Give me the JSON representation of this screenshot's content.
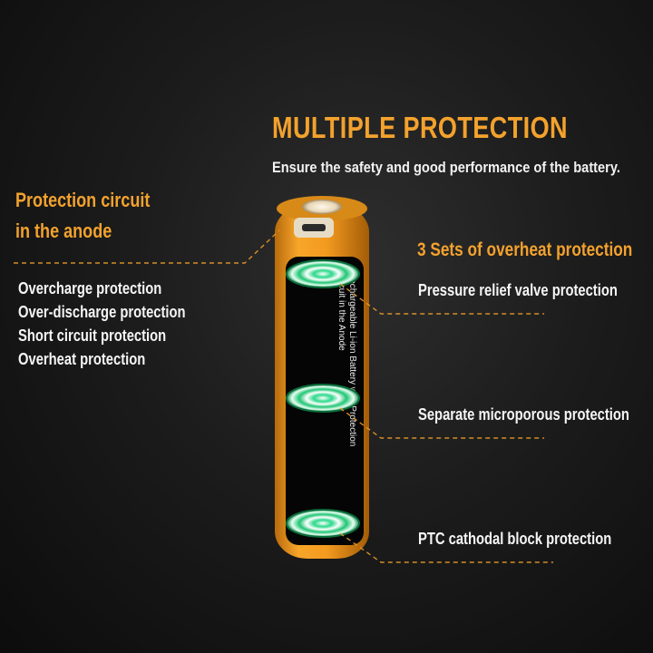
{
  "header": {
    "title": "MULTIPLE PROTECTION",
    "subtitle": "Ensure the safety and good performance of the battery."
  },
  "left_panel": {
    "heading_line1": "Protection circuit",
    "heading_line2": "in the anode",
    "items": [
      "Overcharge protection",
      "Over-discharge protection",
      "Short circuit protection",
      "Overheat protection"
    ]
  },
  "right_panel": {
    "heading": "3 Sets of overheat protection",
    "items": [
      "Pressure relief valve protection",
      "Separate microporous protection",
      "PTC cathodal block protection"
    ]
  },
  "battery": {
    "label_line1": "Rechargeable Li-ion Battery with Protection",
    "label_line2": "Circuit in the Anode",
    "body_color": "#f39a1f",
    "ring_color": "#1fd27a"
  },
  "colors": {
    "accent": "#f3a22d",
    "background": "#1a1a1a",
    "text": "#f2f2f2"
  }
}
